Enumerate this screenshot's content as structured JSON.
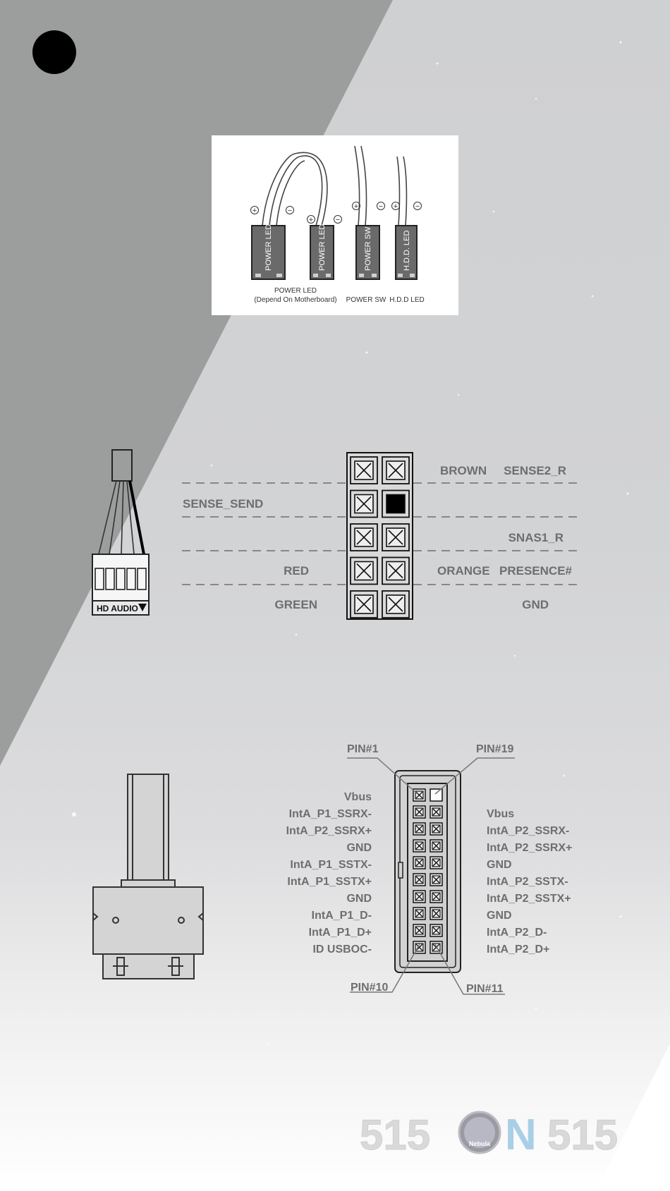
{
  "colors": {
    "left_band": "#9c9e9e",
    "label_gray": "#6e6e6e",
    "brand_blue": "#a9cfe6",
    "brand_gray": "#d9d9d9"
  },
  "front_panel": {
    "plug_labels": [
      "POWER LED",
      "POWER LED",
      "POWER SW",
      "H.D.D. LED"
    ],
    "caption_power_led": "POWER LED",
    "caption_depend": "(Depend On Motherboard)",
    "caption_power_sw": "POWER SW",
    "caption_hdd_led": "H.D.D LED"
  },
  "hd_audio": {
    "connector_label": "HD AUDIO",
    "left_labels": [
      "SENSE_SEND",
      "RED",
      "GREEN"
    ],
    "right_labels_a": [
      "BROWN",
      "ORANGE"
    ],
    "right_labels_b": [
      "SENSE2_R",
      "SNAS1_R",
      "PRESENCE#",
      "GND"
    ]
  },
  "usb_header": {
    "pin1": "PIN#1",
    "pin19": "PIN#19",
    "pin10": "PIN#10",
    "pin11": "PIN#11",
    "left_pins": [
      "Vbus",
      "IntA_P1_SSRX-",
      "IntA_P2_SSRX+",
      "GND",
      "IntA_P1_SSTX-",
      "IntA_P1_SSTX+",
      "GND",
      "IntA_P1_D-",
      "IntA_P1_D+",
      "ID USBOC-"
    ],
    "right_pins": [
      "Vbus",
      "IntA_P2_SSRX-",
      "IntA_P2_SSRX+",
      "GND",
      "IntA_P2_SSTX-",
      "IntA_P2_SSTX+",
      "GND",
      "IntA_P2_D-",
      "IntA_P2_D+"
    ]
  },
  "branding": {
    "model_left": "515",
    "logo_text": "Nebula",
    "model_n": "N",
    "model_right": "515"
  }
}
